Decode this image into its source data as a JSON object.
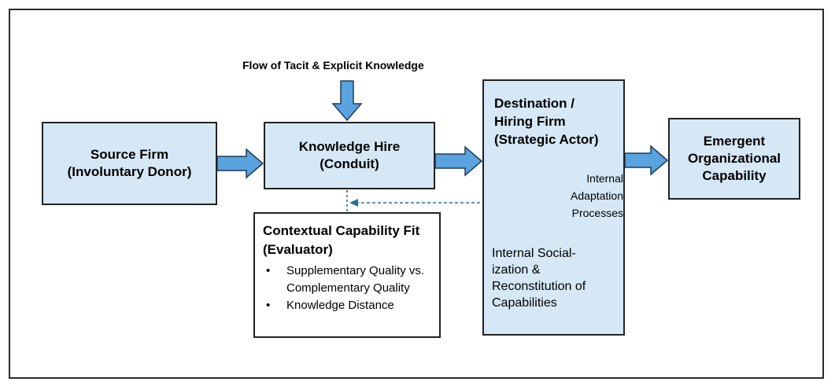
{
  "flow_label": "Flow of Tacit & Explicit Knowledge",
  "source": {
    "line1": "Source Firm",
    "line2": "(Involuntary Donor)"
  },
  "hire": {
    "line1": "Knowledge Hire",
    "line2": "(Conduit)"
  },
  "destination": {
    "title_line1": "Destination /",
    "title_line2": "Hiring Firm",
    "title_line3": "(Strategic Actor)",
    "cycle_line1": "Internal",
    "cycle_line2": "Adaptation",
    "cycle_line3": "Processes",
    "soc_line1": "Internal Social-",
    "soc_line2": "ization &",
    "soc_line3": "Reconstitution of",
    "soc_line4": "Capabilities"
  },
  "emergent": {
    "line1": "Emergent",
    "line2": "Organizational",
    "line3": "Capability"
  },
  "fit": {
    "title_line1": "Contextual Capability Fit",
    "title_line2": "(Evaluator)",
    "bullet": "•",
    "item1_line1": "Supplementary Quality vs.",
    "item1_line2": "Complementary Quality",
    "item2": "Knowledge Distance"
  },
  "colors": {
    "box_fill": "#d6e8f6",
    "arrow_fill": "#5aa3df",
    "cycle": "#23617f",
    "dotted": "#2a6f97"
  }
}
